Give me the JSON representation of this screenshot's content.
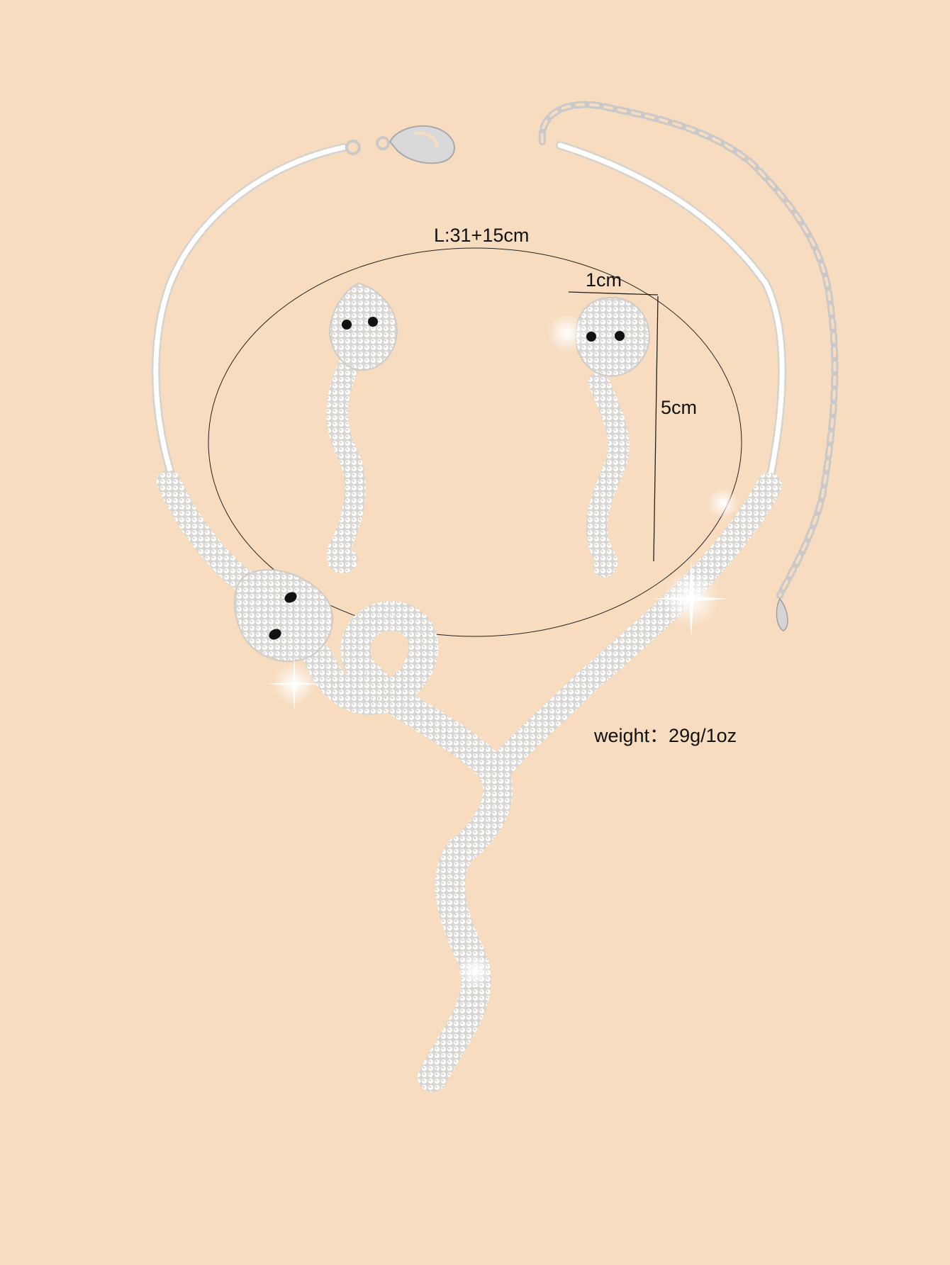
{
  "background_color": "#f7dcc0",
  "rhinestone_color": "#f1efec",
  "metal_color": "#c9c9c9",
  "eye_color": "#111111",
  "annotations": {
    "length": "L:31+15cm",
    "width": "1cm",
    "height": "5cm",
    "weight": "weight：29g/1oz"
  },
  "objects": {
    "necklace": "snake-necklace",
    "earring_left": "snake-earring",
    "earring_right": "snake-earring",
    "clasp": "lobster-clasp",
    "extender": "extender-chain"
  }
}
